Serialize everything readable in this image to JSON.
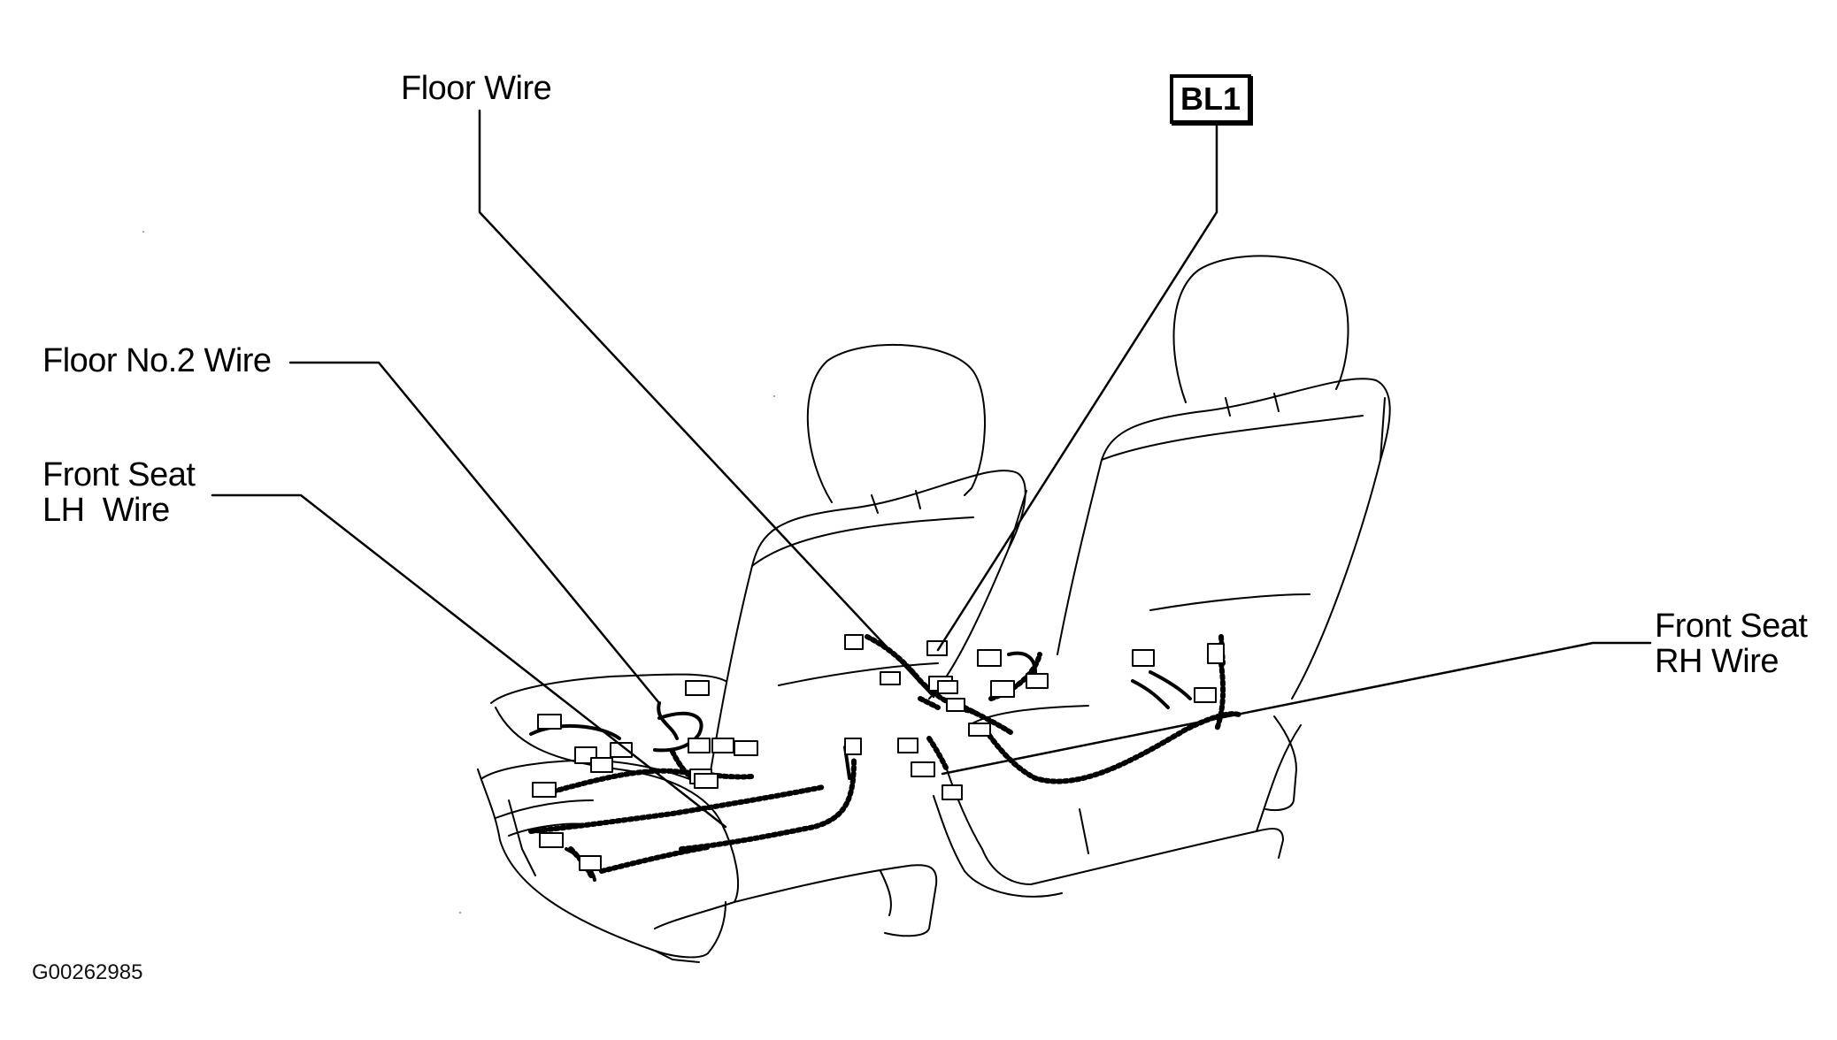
{
  "labels": {
    "floor_wire": "Floor Wire",
    "floor_no2_wire": "Floor No.2 Wire",
    "front_seat_lh_wire": "Front Seat\nLH  Wire",
    "front_seat_rh_wire": "Front Seat\nRH Wire",
    "connector_bl1": "BL1"
  },
  "figure_id": "G00262985",
  "icons": {
    "left_seat": "seat-icon",
    "right_seat": "seat-icon",
    "harness": "wire-harness-icon"
  },
  "colors": {
    "line": "#000000",
    "background": "#ffffff"
  }
}
